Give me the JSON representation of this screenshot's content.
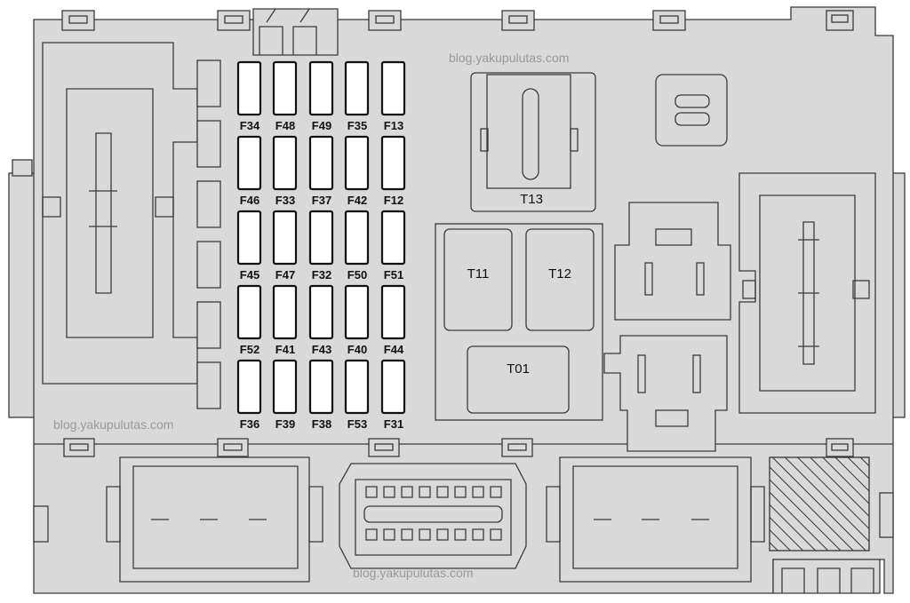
{
  "diagram": {
    "title": "Fuse box layout",
    "watermarks": [
      "blog.yakupulutas.com",
      "blog.yakupulutas.com",
      "blog.yakupulutas.com"
    ],
    "fuse_rows": [
      [
        "F34",
        "F48",
        "F49",
        "F35",
        "F13"
      ],
      [
        "F46",
        "F33",
        "F37",
        "F42",
        "F12"
      ],
      [
        "F45",
        "F47",
        "F32",
        "F50",
        "F51"
      ],
      [
        "F52",
        "F41",
        "F43",
        "F40",
        "F44"
      ],
      [
        "F36",
        "F39",
        "F38",
        "F53",
        "F31"
      ]
    ],
    "relays": {
      "t13": "T13",
      "t11": "T11",
      "t12": "T12",
      "t01": "T01"
    },
    "colors": {
      "body": "#d9d9d9",
      "outline": "#3a3a3a",
      "fuse": "#ffffff"
    }
  }
}
